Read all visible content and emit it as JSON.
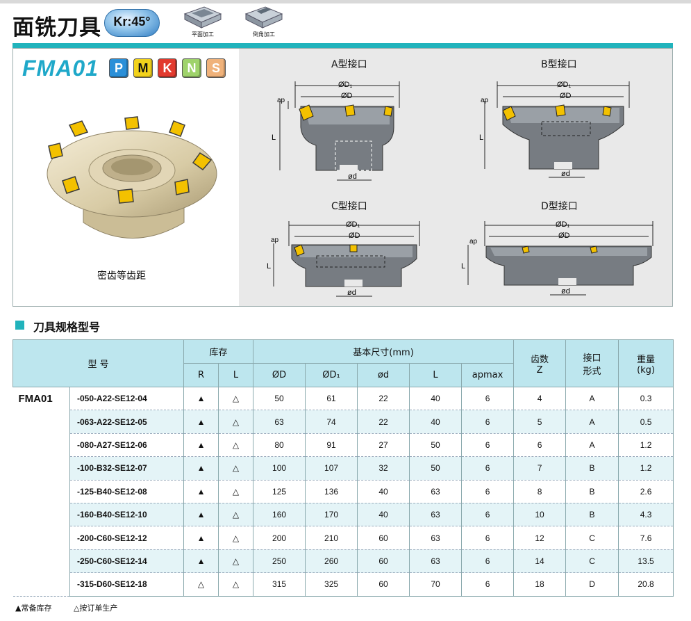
{
  "header": {
    "title": "面铣刀具",
    "kr_badge": "Kr:45°",
    "operations": [
      {
        "label": "平面加工",
        "icon": "face-milling-icon"
      },
      {
        "label": "倒角加工",
        "icon": "chamfer-icon"
      }
    ]
  },
  "product": {
    "series": "FMA01",
    "grades": [
      {
        "letter": "P",
        "color": "#2a8fd8"
      },
      {
        "letter": "M",
        "color": "#f2d21b"
      },
      {
        "letter": "K",
        "color": "#e23a2e"
      },
      {
        "letter": "N",
        "color": "#9fd36b"
      },
      {
        "letter": "S",
        "color": "#f0b27a"
      }
    ],
    "caption": "密齿等齿距"
  },
  "diagrams": [
    {
      "title": "A型接口",
      "labels": {
        "d1": "ØD₁",
        "d": "ØD",
        "ap": "ap",
        "l": "L",
        "bore": "ød"
      }
    },
    {
      "title": "B型接口",
      "labels": {
        "d1": "ØD₁",
        "d": "ØD",
        "ap": "ap",
        "l": "L",
        "bore": "ød"
      }
    },
    {
      "title": "C型接口",
      "labels": {
        "d1": "ØD₁",
        "d": "ØD",
        "ap": "ap",
        "l": "L",
        "bore": "ød"
      }
    },
    {
      "title": "D型接口",
      "labels": {
        "d1": "ØD₁",
        "d": "ØD",
        "ap": "ap",
        "l": "L",
        "bore": "ød"
      }
    }
  ],
  "section_title": "刀具规格型号",
  "table": {
    "headers": {
      "model": "型 号",
      "stock": "库存",
      "stock_r": "R",
      "stock_l": "L",
      "dims": "基本尺寸(mm)",
      "d": "ØD",
      "d1": "ØD₁",
      "bore": "ød",
      "len": "L",
      "ap_main": "ap",
      "ap_suffix": "max",
      "teeth": "齿数",
      "teeth_sub": "Z",
      "iface": "接口",
      "iface_sub": "形式",
      "weight": "重量",
      "weight_sub": "(kg)"
    },
    "series_label": "FMA01",
    "rows": [
      {
        "model": "-050-A22-SE12-04",
        "r": "▲",
        "l": "△",
        "d": "50",
        "d1": "61",
        "bore": "22",
        "len": "40",
        "ap": "6",
        "z": "4",
        "iface": "A",
        "kg": "0.3"
      },
      {
        "model": "-063-A22-SE12-05",
        "r": "▲",
        "l": "△",
        "d": "63",
        "d1": "74",
        "bore": "22",
        "len": "40",
        "ap": "6",
        "z": "5",
        "iface": "A",
        "kg": "0.5"
      },
      {
        "model": "-080-A27-SE12-06",
        "r": "▲",
        "l": "△",
        "d": "80",
        "d1": "91",
        "bore": "27",
        "len": "50",
        "ap": "6",
        "z": "6",
        "iface": "A",
        "kg": "1.2"
      },
      {
        "model": "-100-B32-SE12-07",
        "r": "▲",
        "l": "△",
        "d": "100",
        "d1": "107",
        "bore": "32",
        "len": "50",
        "ap": "6",
        "z": "7",
        "iface": "B",
        "kg": "1.2"
      },
      {
        "model": "-125-B40-SE12-08",
        "r": "▲",
        "l": "△",
        "d": "125",
        "d1": "136",
        "bore": "40",
        "len": "63",
        "ap": "6",
        "z": "8",
        "iface": "B",
        "kg": "2.6"
      },
      {
        "model": "-160-B40-SE12-10",
        "r": "▲",
        "l": "△",
        "d": "160",
        "d1": "170",
        "bore": "40",
        "len": "63",
        "ap": "6",
        "z": "10",
        "iface": "B",
        "kg": "4.3"
      },
      {
        "model": "-200-C60-SE12-12",
        "r": "▲",
        "l": "△",
        "d": "200",
        "d1": "210",
        "bore": "60",
        "len": "63",
        "ap": "6",
        "z": "12",
        "iface": "C",
        "kg": "7.6"
      },
      {
        "model": "-250-C60-SE12-14",
        "r": "▲",
        "l": "△",
        "d": "250",
        "d1": "260",
        "bore": "60",
        "len": "63",
        "ap": "6",
        "z": "14",
        "iface": "C",
        "kg": "13.5"
      },
      {
        "model": "-315-D60-SE12-18",
        "r": "△",
        "l": "△",
        "d": "315",
        "d1": "325",
        "bore": "60",
        "len": "70",
        "ap": "6",
        "z": "18",
        "iface": "D",
        "kg": "20.8"
      }
    ]
  },
  "legend": {
    "stock": "▲常备库存",
    "order": "△按订单生产"
  }
}
